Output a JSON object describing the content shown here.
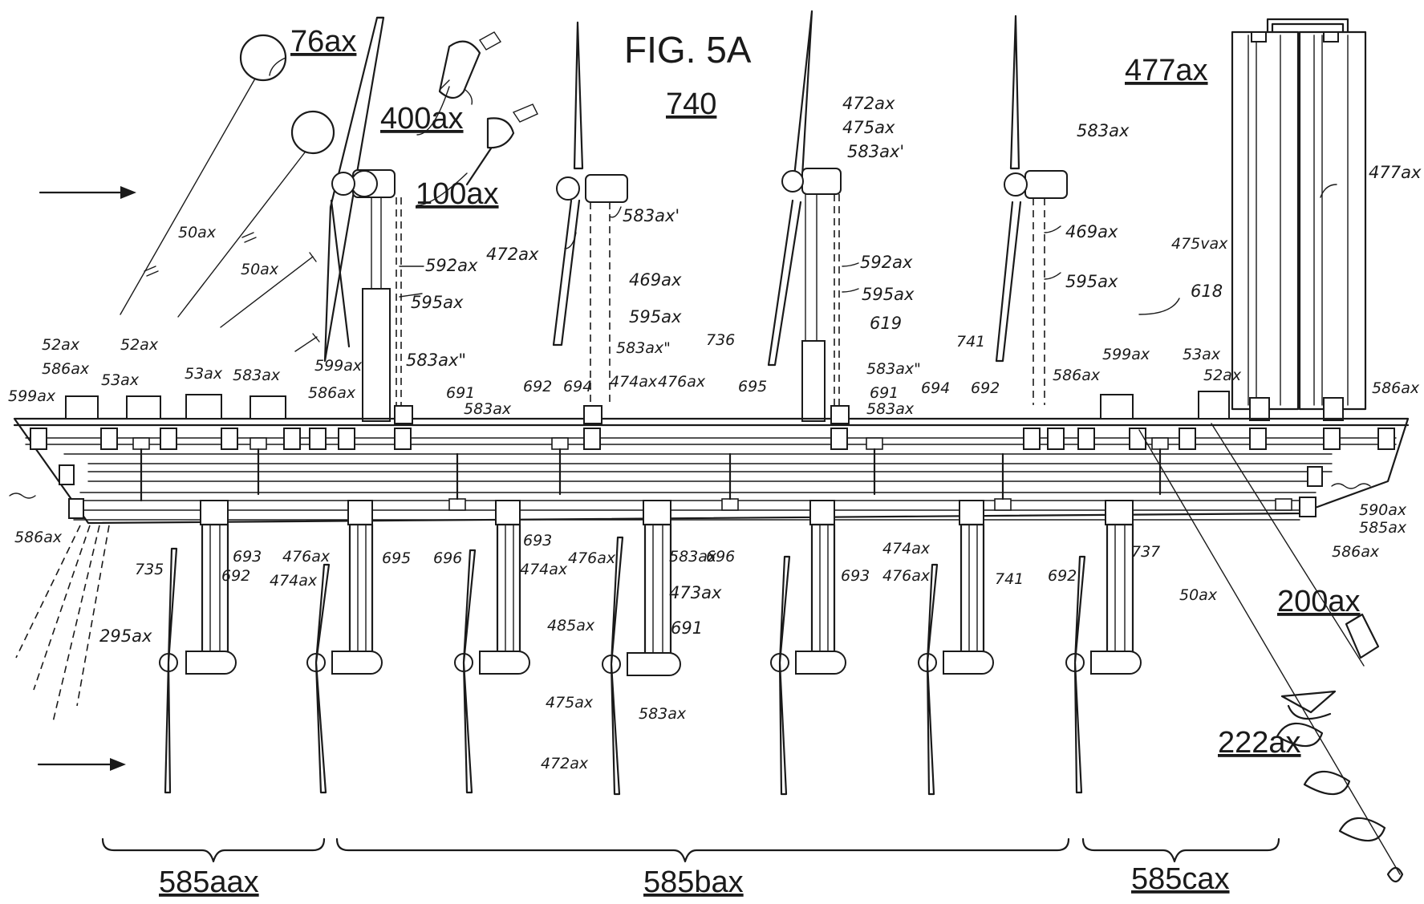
{
  "figure": {
    "title": "FIG. 5A",
    "ref": "740"
  },
  "labels": {
    "l76ax": "76ax",
    "l400ax": "400ax",
    "l100ax": "100ax",
    "l477ax": "477ax",
    "l477ax_s": "477ax",
    "l475vax": "475vax",
    "l618": "618",
    "l50ax_a": "50ax",
    "l50ax_b": "50ax",
    "l50ax_c": "50ax",
    "l472ax_a": "472ax",
    "l472ax_b": "472ax",
    "l475ax_a": "475ax",
    "l583ax_t1": "583ax'",
    "l583ax_t2": "583ax'",
    "l583ax_t3": "583ax",
    "l592ax_a": "592ax",
    "l592ax_b": "592ax",
    "l595ax_a": "595ax",
    "l595ax_b": "595ax",
    "l595ax_c": "595ax",
    "l595ax_d": "595ax",
    "l469ax_a": "469ax",
    "l469ax_b": "469ax",
    "l619": "619",
    "l736": "736",
    "l741_a": "741",
    "l741_b": "741",
    "l52ax_a": "52ax",
    "l52ax_b": "52ax",
    "l52ax_c": "52ax",
    "l586ax_a": "586ax",
    "l586ax_b": "586ax",
    "l586ax_c": "586ax",
    "l586ax_d": "586ax",
    "l586ax_e": "586ax",
    "l586ax_f": "586ax",
    "l599ax_a": "599ax",
    "l599ax_b": "599ax",
    "l599ax_c": "599ax",
    "l53ax_a": "53ax",
    "l53ax_b": "53ax",
    "l53ax_c": "53ax",
    "l583ax_a": "583ax",
    "l583ax_b": "583ax\"",
    "l583ax_c": "583ax\"",
    "l583ax_d": "583ax\"",
    "l583ax_e": "583ax",
    "l583ax_f": "583ax",
    "l691_a": "691",
    "l691_b": "691",
    "l691_c": "691",
    "l692_a": "692",
    "l692_b": "692",
    "l692_c": "692",
    "l692_d": "692",
    "l694_a": "694",
    "l694_b": "694",
    "l474ax_a": "474ax",
    "l474ax_b": "474ax",
    "l474ax_c": "474ax",
    "l474ax_d": "474ax",
    "l476ax_a": "476ax",
    "l476ax_b": "476ax",
    "l476ax_c": "476ax",
    "l476ax_d": "476ax",
    "l695_a": "695",
    "l695_b": "695",
    "l696_a": "696",
    "l696_b": "696",
    "l693_a": "693",
    "l693_b": "693",
    "l693_c": "693",
    "l735": "735",
    "l737": "737",
    "l295ax": "295ax",
    "l590ax": "590ax",
    "l585ax": "585ax",
    "l200ax": "200ax",
    "l222ax": "222ax",
    "l473ax": "473ax",
    "l485ax": "485ax",
    "l475ax_b": "475ax",
    "l583ax_g": "583ax",
    "l583ax_h": "583ax",
    "l472ax_c": "472ax",
    "l585aax": "585aax",
    "l585bax": "585bax",
    "l585cax": "585cax"
  }
}
